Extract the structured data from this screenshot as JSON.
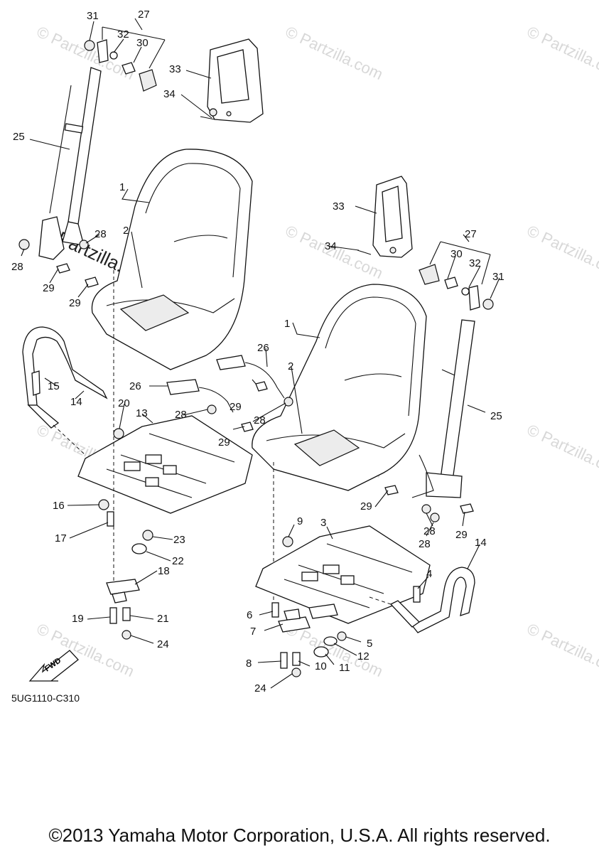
{
  "diagram": {
    "part_code": "5UG1110-C310",
    "fwd_label": "FWD",
    "copyright": "©2013 Yamaha Motor Corporation, U.S.A. All rights reserved.",
    "watermark_text": "© Partzilla.com",
    "labels": [
      "31",
      "27",
      "32",
      "30",
      "33",
      "34",
      "25",
      "1",
      "2",
      "28",
      "28",
      "29",
      "29",
      "33",
      "34",
      "27",
      "30",
      "32",
      "31",
      "15",
      "14",
      "26",
      "1",
      "2",
      "26",
      "20",
      "13",
      "28",
      "29",
      "28",
      "29",
      "25",
      "16",
      "17",
      "23",
      "22",
      "18",
      "19",
      "21",
      "24",
      "29",
      "28",
      "28",
      "29",
      "14",
      "9",
      "3",
      "4",
      "6",
      "5",
      "7",
      "12",
      "8",
      "10",
      "11",
      "24"
    ]
  }
}
